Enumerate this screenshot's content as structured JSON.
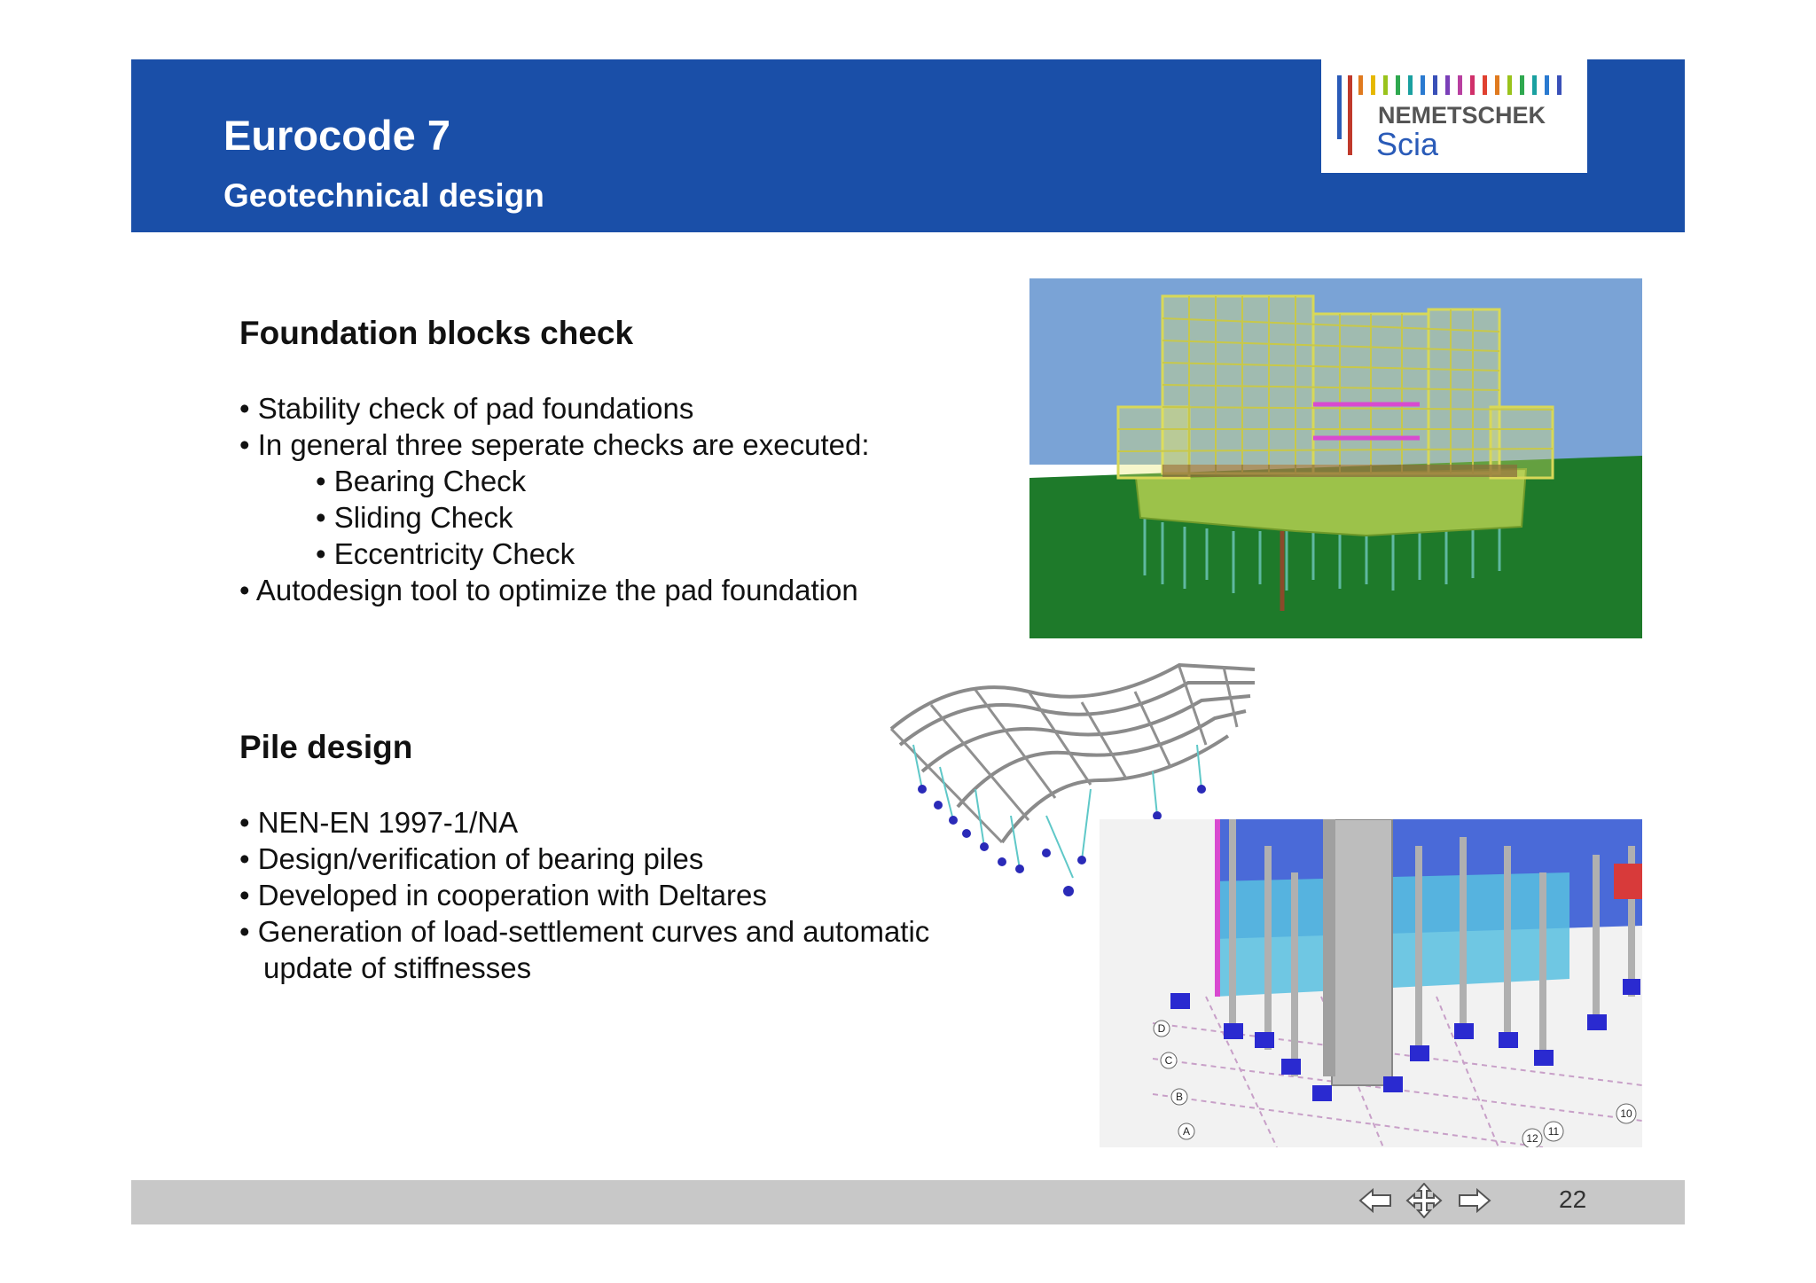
{
  "header": {
    "title": "Eurocode 7",
    "subtitle": "Geotechnical design",
    "logo": {
      "line1": "NEMETSCHEK",
      "line2": "Scia"
    }
  },
  "section1": {
    "title": "Foundation blocks check",
    "bullets": [
      "• Stability check of pad foundations",
      "• In general three seperate checks are executed:"
    ],
    "sub_bullets": [
      "• Bearing Check",
      "• Sliding Check",
      "• Eccentricity Check"
    ],
    "last_bullet": "• Autodesign tool to optimize the pad foundation"
  },
  "section2": {
    "title": "Pile design",
    "bullets": [
      "• NEN-EN 1997-1/NA",
      "• Design/verification of bearing piles",
      "• Developed in cooperation with Deltares",
      "• Generation of load-settlement curves and automatic"
    ],
    "continuation": "update of stiffnesses"
  },
  "images": {
    "building_model": {
      "icon": "building-3d-model"
    },
    "roof_structure": {
      "icon": "curved-roof-structure"
    },
    "pile_foundation": {
      "icon": "pile-foundation-model",
      "grid_labels": [
        "D",
        "C",
        "B",
        "A",
        "12",
        "11",
        "10"
      ]
    }
  },
  "footer": {
    "page_number": "22",
    "nav": [
      "arrow-left-icon",
      "move-icon",
      "arrow-right-icon"
    ]
  },
  "colors": {
    "header_blue": "#1a4fa8",
    "footer_gray": "#c8c8c8",
    "sky": "#7aa3d6",
    "ground": "#1e7a2a",
    "frame_yellow": "#e8e86a"
  }
}
